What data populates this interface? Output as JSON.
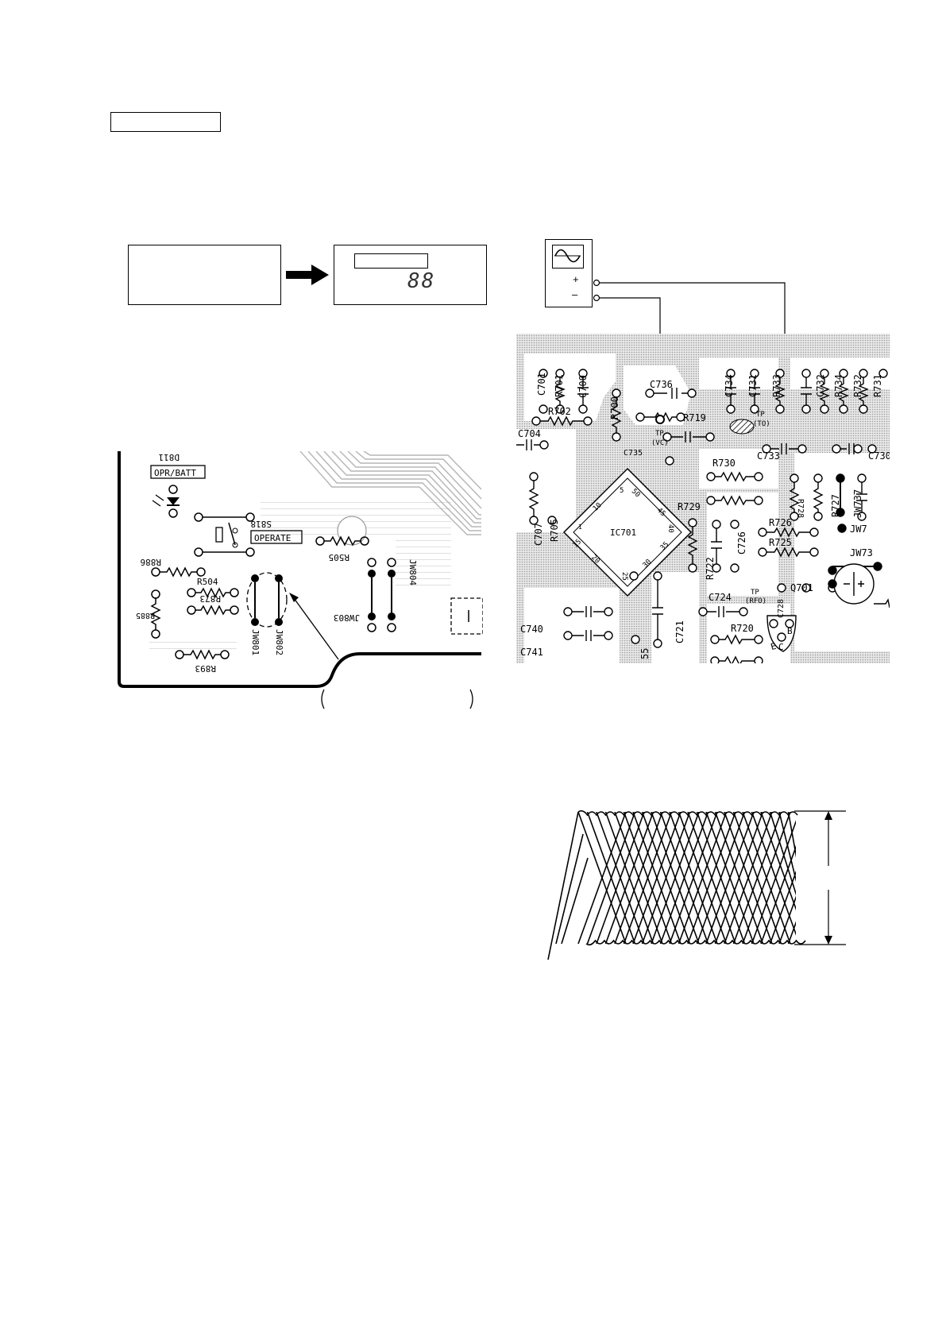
{
  "pcb_left": {
    "labels": {
      "d811": "D811",
      "opr_batt": "OPR/BATT",
      "s818": "S818",
      "operate": "OPERATE",
      "r886": "R886",
      "r504": "R504",
      "r873": "R873",
      "r505": "R505",
      "r885": "R885",
      "r893": "R893",
      "jw801": "JW801",
      "jw802": "JW802",
      "jw803": "JW803",
      "jw804": "JW804"
    }
  },
  "pcb_right": {
    "oscilloscope": {
      "plus": "+",
      "minus": "–"
    },
    "labels": {
      "c701": "C701",
      "r701": "R701",
      "c700": "C700",
      "r700": "R700",
      "c736": "C736",
      "r719": "R719",
      "c734": "C734",
      "c731": "C731",
      "r733": "R733",
      "c732": "C732",
      "r734": "R734",
      "r732": "R732",
      "r731": "R731",
      "r702": "R702",
      "c735": "C735",
      "tp_vc_1": "TP",
      "tp_vc_2": "(VC)",
      "tp_to_1": "TP",
      "tp_to_2": "(TO)",
      "c733": "C733",
      "c730": "C730",
      "c704": "C704",
      "r730": "R730",
      "r729": "R729",
      "r728": "R728",
      "r727": "R727",
      "jw737": "JW737",
      "c707": "C707",
      "r705": "R705",
      "ic701": "IC701",
      "r726": "R726",
      "jw7a": "JW7",
      "r722": "R722",
      "c726": "C726",
      "r725": "R725",
      "jw73": "JW73",
      "c724": "C724",
      "tp_rfo_1": "TP",
      "tp_rfo_2": "(RFO)",
      "c728": "C728",
      "q701": "Q701",
      "c740": "C740",
      "c721": "C721",
      "r720": "R720",
      "c741": "C741",
      "c755": "55",
      "e": "E",
      "c": "C",
      "b": "B",
      "pin1": "1",
      "pin5": "5",
      "pin10": "10",
      "pin15": "15",
      "pin20": "20",
      "pin25": "25",
      "pin30": "30",
      "pin35": "35",
      "pin40": "40",
      "pin45": "45",
      "pin50": "50"
    }
  },
  "display_box": {
    "digits": "88"
  }
}
